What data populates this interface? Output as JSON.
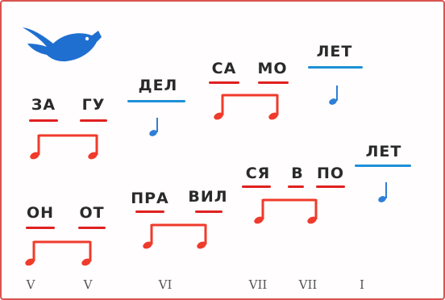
{
  "colors": {
    "border": "#d9534f",
    "short_underline": "#e02020",
    "long_underline": "#1e90d8",
    "eighth_notes": "#ef3b2c",
    "quarter_note": "#2f7fd6",
    "bird": "#1f6fd1"
  },
  "row1": {
    "syllables": [
      {
        "id": "za",
        "text": "ЗА",
        "duration": "short"
      },
      {
        "id": "gu",
        "text": "ГУ",
        "duration": "short"
      },
      {
        "id": "del",
        "text": "ДЕЛ",
        "duration": "long"
      },
      {
        "id": "sa",
        "text": "СА",
        "duration": "short"
      },
      {
        "id": "mo",
        "text": "МО",
        "duration": "short"
      },
      {
        "id": "let1",
        "text": "ЛЕТ",
        "duration": "long"
      }
    ]
  },
  "row2": {
    "syllables": [
      {
        "id": "on",
        "text": "ОН",
        "duration": "short"
      },
      {
        "id": "ot",
        "text": "ОТ",
        "duration": "short"
      },
      {
        "id": "pra",
        "text": "ПРА",
        "duration": "short"
      },
      {
        "id": "vil",
        "text": "ВИЛ",
        "duration": "short"
      },
      {
        "id": "sya",
        "text": "СЯ",
        "duration": "short"
      },
      {
        "id": "v",
        "text": "В",
        "duration": "short"
      },
      {
        "id": "po",
        "text": "ПО",
        "duration": "short"
      },
      {
        "id": "let2",
        "text": "ЛЕТ",
        "duration": "long"
      }
    ]
  },
  "degrees": [
    "V",
    "V",
    "VI",
    "VII",
    "VII",
    "I"
  ],
  "bird_icon": "bird-icon"
}
